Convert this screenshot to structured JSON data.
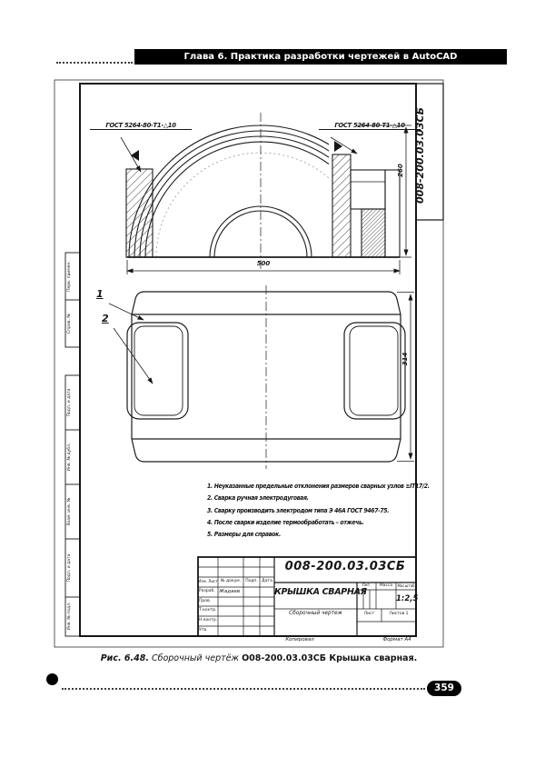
{
  "header": {
    "title": "Глава 6. Практика разработки чертежей в AutoCAD"
  },
  "figure_caption": {
    "prefix": "Рис. 6.48.",
    "middle": " Сборочный чертёж ",
    "bold": "О08-200.03.03СБ Крышка сварная."
  },
  "page_number": "359",
  "sheet": {
    "side_designation": "008-200.03.03СБ",
    "weld_label_left": "ГОСТ 5264-80-Т1-△10",
    "weld_label_right": "ГОСТ 5264-80-Т1-△10",
    "dim_width": "500",
    "dim_height": "260",
    "dim_front_height": "314",
    "balloon_1": "1",
    "balloon_2": "2",
    "notes": [
      "1. Неуказанные предельные отклонения размеров сварных узлов ±IT17/2.",
      "2. Сварка ручная электродуговая.",
      "3. Сварку производить электродом типа Э 46А  ГОСТ 9467-75.",
      "4. После сварки изделие термообработать – отжечь.",
      "5. Размеры для справок."
    ],
    "margin_top": [
      "Перв. примен.",
      "Справ. №"
    ],
    "margin_bottom": [
      "Подп. и дата",
      "Инв. № дубл.",
      "Взам. инв. №",
      "Подп. и дата",
      "Инв. № подл."
    ],
    "title_block": {
      "doc_number": "008-200.03.03СБ",
      "part_name": "КРЫШКА СВАРНАЯ",
      "doc_type": "Сборочный чертеж",
      "col_izm": "Изм. Лист",
      "col_doc": "№ докум.",
      "col_sign": "Подп.",
      "col_date": "Дата",
      "row_developed": "Разраб.",
      "developer_name": "Жадаев",
      "row_checked": "Пров.",
      "row_tcontrol": "Т.контр.",
      "row_ncontrol": "Н.контр.",
      "row_approved": "Утв.",
      "lit_label": "Лит.",
      "mass_label": "Масса",
      "scale_label": "Масштаб",
      "scale_value": "1:2,5",
      "sheet_label": "Лист",
      "sheets_label": "Листов 1",
      "copied_label": "Копировал",
      "format_label": "Формат А4"
    }
  }
}
